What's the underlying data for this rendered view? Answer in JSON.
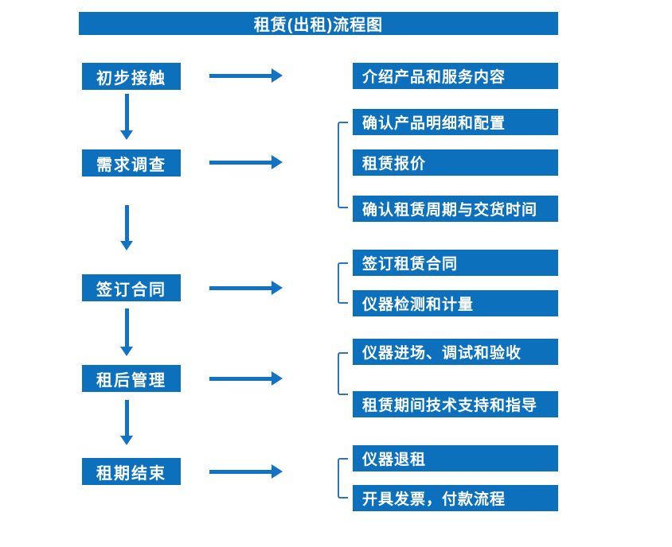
{
  "title": "租赁(出租)流程图",
  "colors": {
    "primary": "#0d70bd",
    "arrow": "#1273c6",
    "bracket": "#2e75b6",
    "boxtext": "#ffffff"
  },
  "steps": [
    {
      "label": "初步接触",
      "outputs": [
        "介绍产品和服务内容"
      ]
    },
    {
      "label": "需求调查",
      "outputs": [
        "确认产品明细和配置",
        "租赁报价",
        "确认租赁周期与交货时间"
      ]
    },
    {
      "label": "签订合同",
      "outputs": [
        "签订租赁合同",
        "仪器检测和计量"
      ]
    },
    {
      "label": "租后管理",
      "outputs": [
        "仪器进场、调试和验收",
        "租赁期间技术支持和指导"
      ]
    },
    {
      "label": "租期结束",
      "outputs": [
        "仪器退租",
        "开具发票，付款流程"
      ]
    }
  ]
}
